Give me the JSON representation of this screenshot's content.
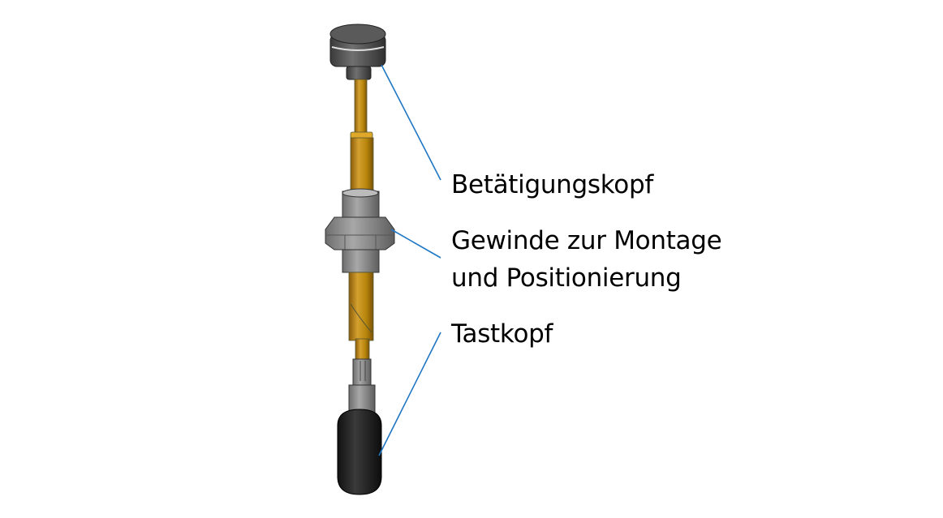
{
  "labels": {
    "actuating_head": "Betätigungskopf",
    "thread_line1": "Gewinde zur Montage",
    "thread_line2": "und Positionierung",
    "probe_head": "Tastkopf"
  },
  "colors": {
    "leader": "#1f77c4",
    "brass": "#b8860b",
    "steel": "#8a8a8a",
    "rubber": "#1e1e1e"
  }
}
